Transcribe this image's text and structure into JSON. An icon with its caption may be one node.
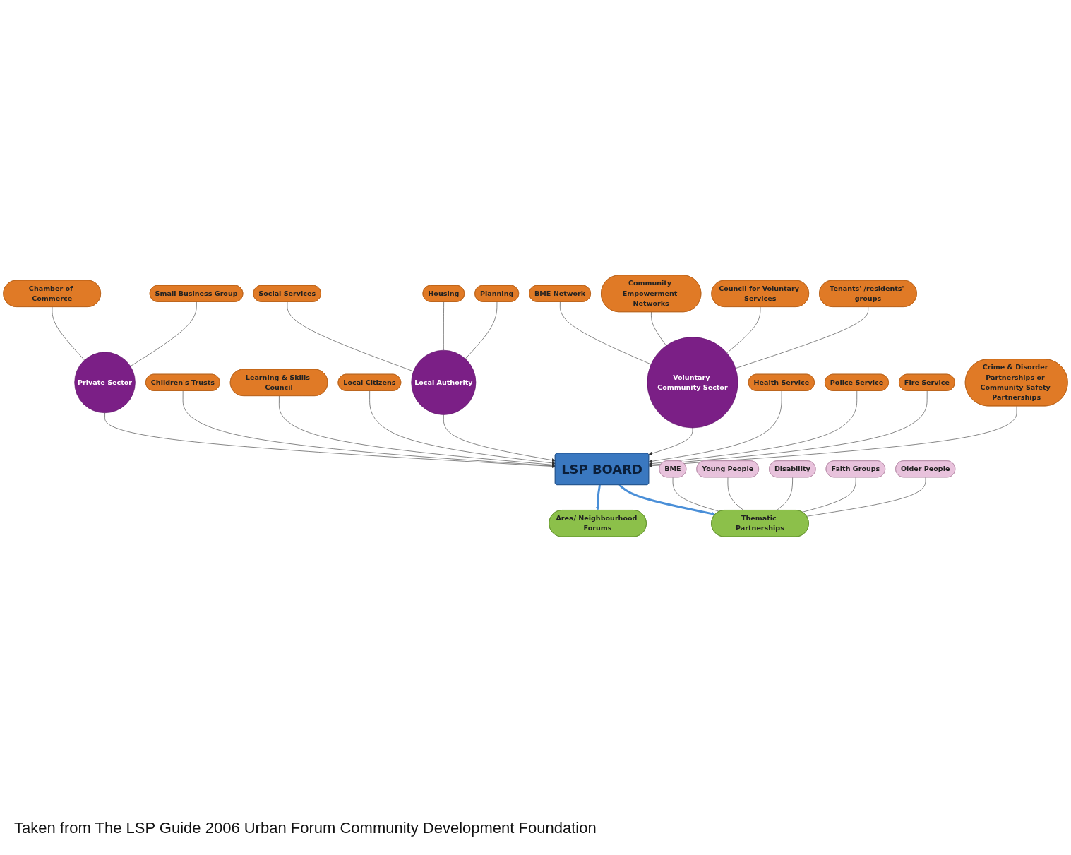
{
  "diagram": {
    "caption": "Taken from The LSP Guide 2006 Urban Forum Community Development Foundation",
    "nodes": [
      {
        "text": [
          "Small Business Group"
        ]
      },
      {
        "text": [
          "Chamber of Commerce"
        ]
      },
      {
        "text": [
          "Private Sector"
        ]
      },
      {
        "text": [
          "Learning & Skills Council"
        ]
      },
      {
        "text": [
          "Social Services"
        ]
      },
      {
        "text": [
          "Housing"
        ]
      },
      {
        "text": [
          "Children's Trusts"
        ]
      },
      {
        "text": [
          "Local Citizens"
        ]
      },
      {
        "text": [
          "Local Authority"
        ]
      },
      {
        "text": [
          "Planning"
        ]
      },
      {
        "text": [
          "Community Empowerment Networks"
        ]
      },
      {
        "text": [
          "BME Network"
        ]
      },
      {
        "text": [
          "Voluntary Community Sector"
        ]
      },
      {
        "text": [
          "Council for Voluntary Services"
        ]
      },
      {
        "text": [
          "Health Service"
        ]
      },
      {
        "text": [
          "Tenants' /residents' groups"
        ]
      },
      {
        "text": [
          "Police Service"
        ]
      },
      {
        "text": [
          "LSP BOARD"
        ]
      },
      {
        "text": [
          "Fire Service"
        ]
      },
      {
        "text": [
          "Crime & Disorder Partnerships or Community Safety Partnerships"
        ]
      },
      {
        "text": [
          "Young People"
        ]
      },
      {
        "text": [
          "BME"
        ]
      },
      {
        "text": [
          "Thematic Partnerships"
        ]
      },
      {
        "text": [
          "Disability"
        ]
      },
      {
        "text": [
          "Area/ Neighbourhood Forums"
        ]
      },
      {
        "text": [
          "Faith Groups"
        ]
      },
      {
        "text": [
          "Older People"
        ]
      }
    ],
    "edges": [
      {
        "from": 1,
        "to": 2,
        "arrow": "none"
      },
      {
        "from": 0,
        "to": 2,
        "arrow": "none"
      },
      {
        "from": 4,
        "to": 8,
        "arrow": "none"
      },
      {
        "from": 5,
        "to": 8,
        "arrow": "none"
      },
      {
        "from": 9,
        "to": 8,
        "arrow": "none"
      },
      {
        "from": 11,
        "to": 12,
        "arrow": "none"
      },
      {
        "from": 10,
        "to": 12,
        "arrow": "none"
      },
      {
        "from": 13,
        "to": 12,
        "arrow": "none"
      },
      {
        "from": 15,
        "to": 12,
        "arrow": "none"
      },
      {
        "from": 2,
        "to": 17,
        "arrow": "to"
      },
      {
        "from": 6,
        "to": 17,
        "arrow": "to"
      },
      {
        "from": 3,
        "to": 17,
        "arrow": "to"
      },
      {
        "from": 7,
        "to": 17,
        "arrow": "to"
      },
      {
        "from": 8,
        "to": 17,
        "arrow": "to"
      },
      {
        "from": 12,
        "to": 17,
        "arrow": "to"
      },
      {
        "from": 14,
        "to": 17,
        "arrow": "to"
      },
      {
        "from": 16,
        "to": 17,
        "arrow": "to"
      },
      {
        "from": 18,
        "to": 17,
        "arrow": "to"
      },
      {
        "from": 19,
        "to": 17,
        "arrow": "to"
      },
      {
        "from": 17,
        "to": 24,
        "arrow": "to",
        "style": "thick",
        "color": "#4a8fd8"
      },
      {
        "from": 17,
        "to": 22,
        "arrow": "to",
        "style": "thick",
        "color": "#4a8fd8"
      },
      {
        "from": 21,
        "to": 22,
        "arrow": "none"
      },
      {
        "from": 20,
        "to": 22,
        "arrow": "none"
      },
      {
        "from": 23,
        "to": 22,
        "arrow": "none"
      },
      {
        "from": 25,
        "to": 22,
        "arrow": "none"
      },
      {
        "from": 26,
        "to": 22,
        "arrow": "none"
      }
    ]
  }
}
